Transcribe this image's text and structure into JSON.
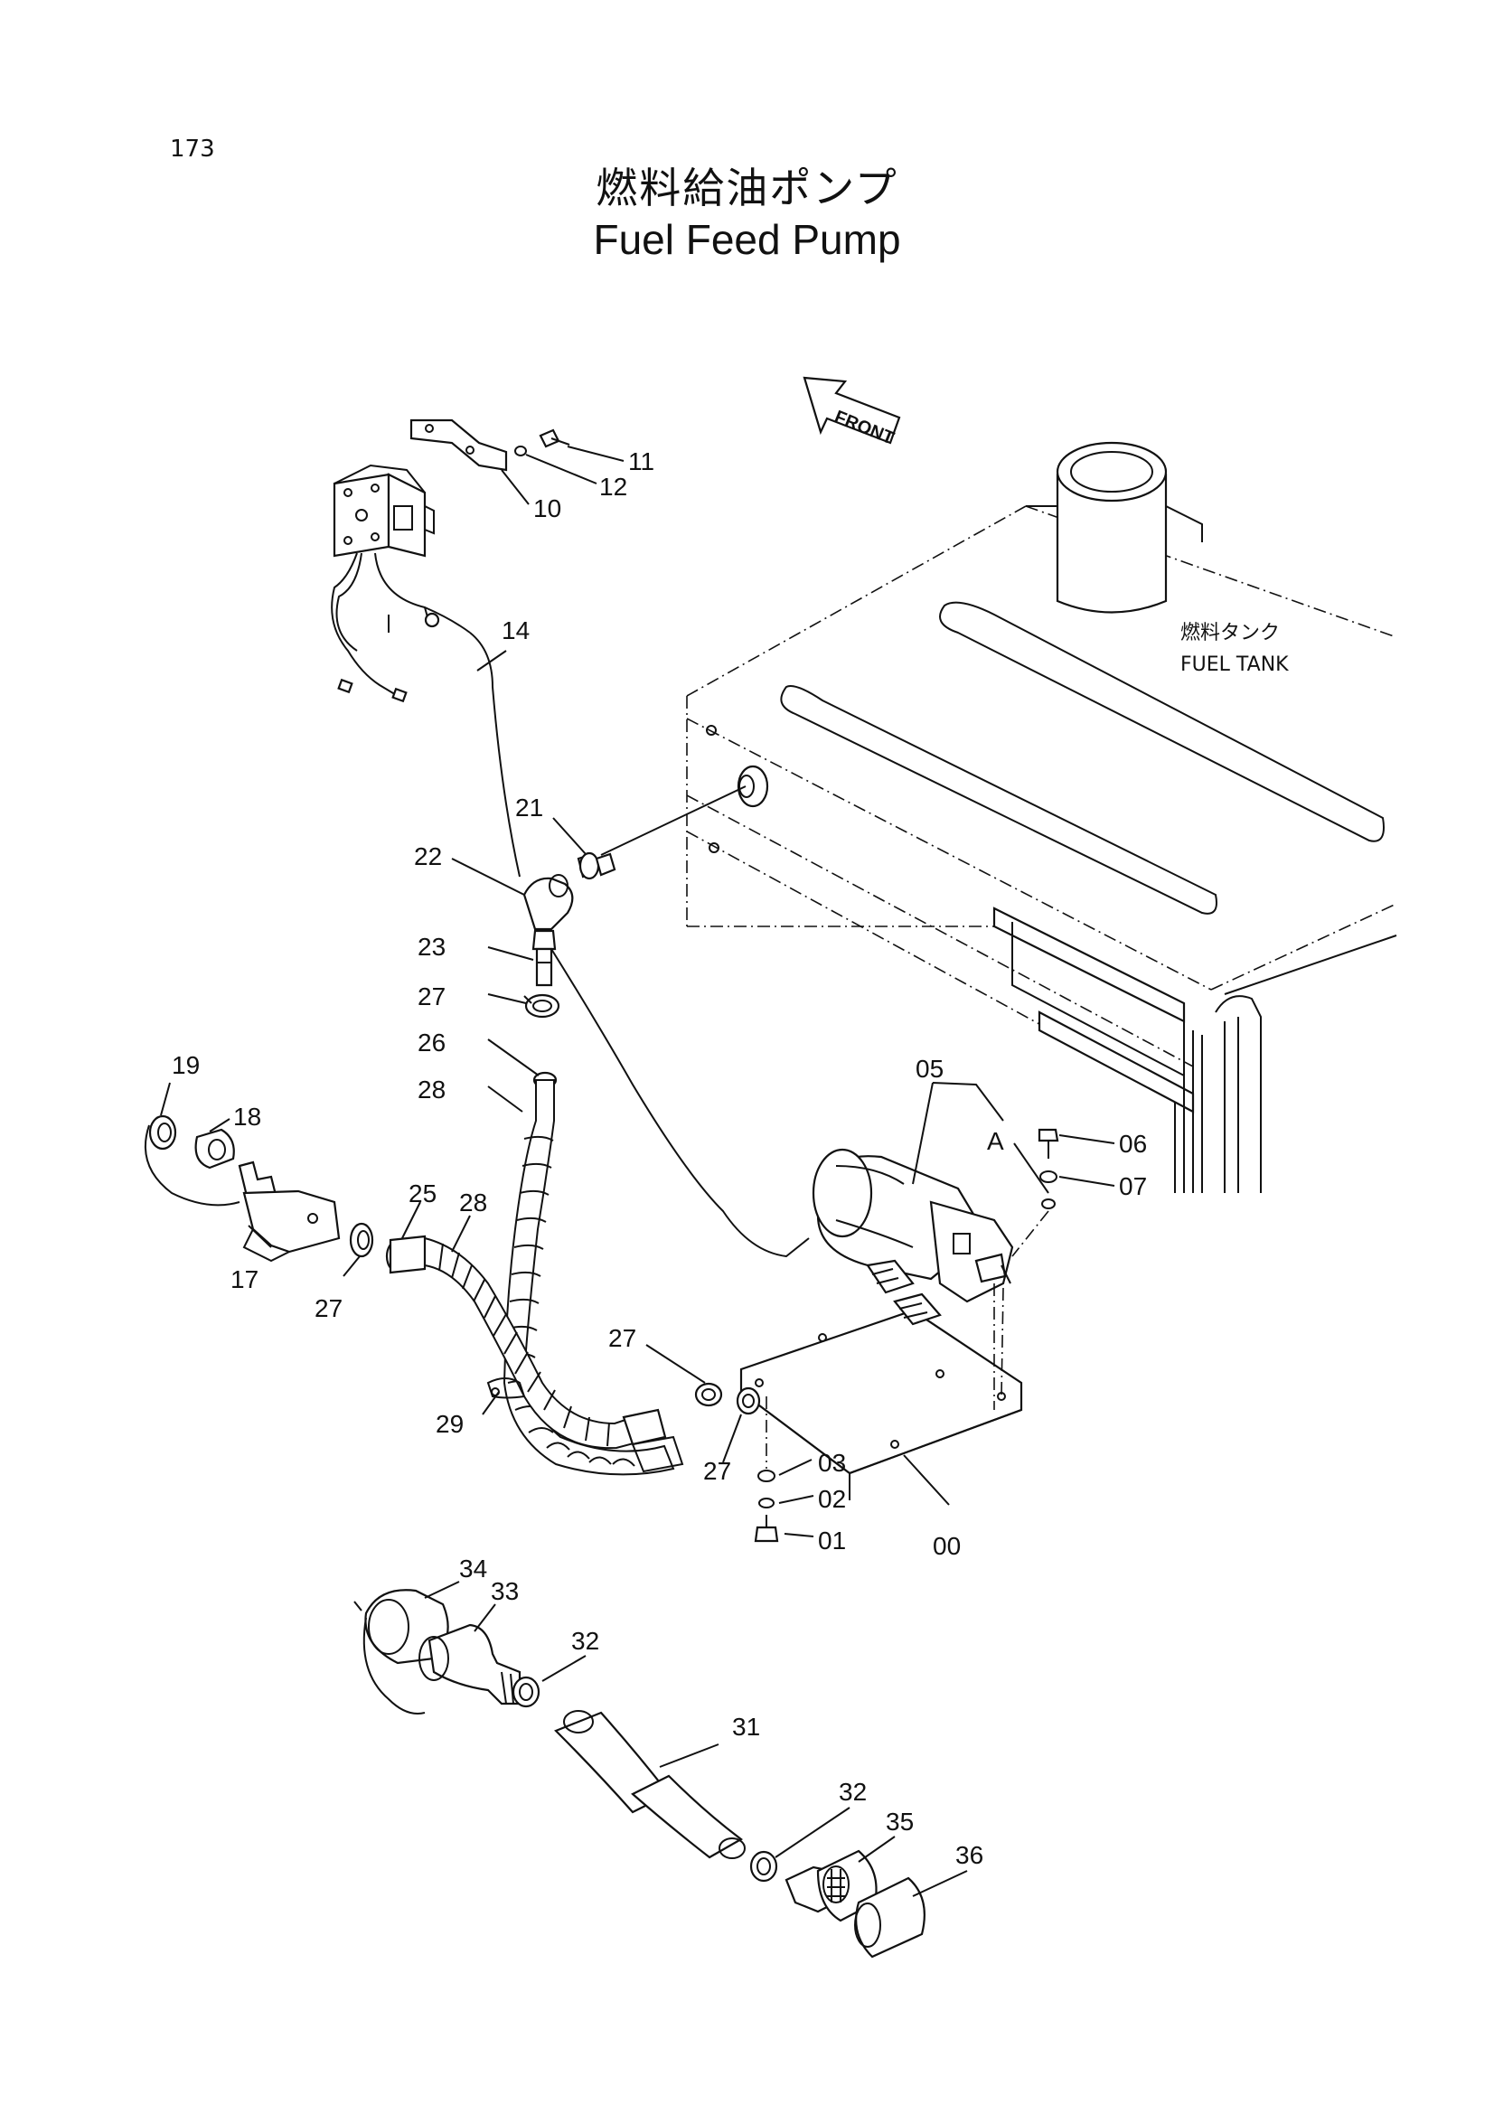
{
  "page_number": "173",
  "title_jp": "燃料給油ポンプ",
  "title_en": "Fuel Feed Pump",
  "front_arrow_label": "FRONT",
  "fuel_tank": {
    "label_jp": "燃料タンク",
    "label_en": "FUEL TANK"
  },
  "detail_marker": "A",
  "callouts": {
    "p00": "00",
    "p01": "01",
    "p02": "02",
    "p03": "03",
    "p05": "05",
    "p06": "06",
    "p07": "07",
    "p10": "10",
    "p11": "11",
    "p12": "12",
    "p14": "14",
    "p17": "17",
    "p18": "18",
    "p19": "19",
    "p21": "21",
    "p22": "22",
    "p23": "23",
    "p25": "25",
    "p26": "26",
    "p27a": "27",
    "p27b": "27",
    "p27c": "27",
    "p27d": "27",
    "p28a": "28",
    "p28b": "28",
    "p29": "29",
    "p31": "31",
    "p32a": "32",
    "p32b": "32",
    "p33": "33",
    "p34": "34",
    "p35": "35",
    "p36": "36"
  }
}
